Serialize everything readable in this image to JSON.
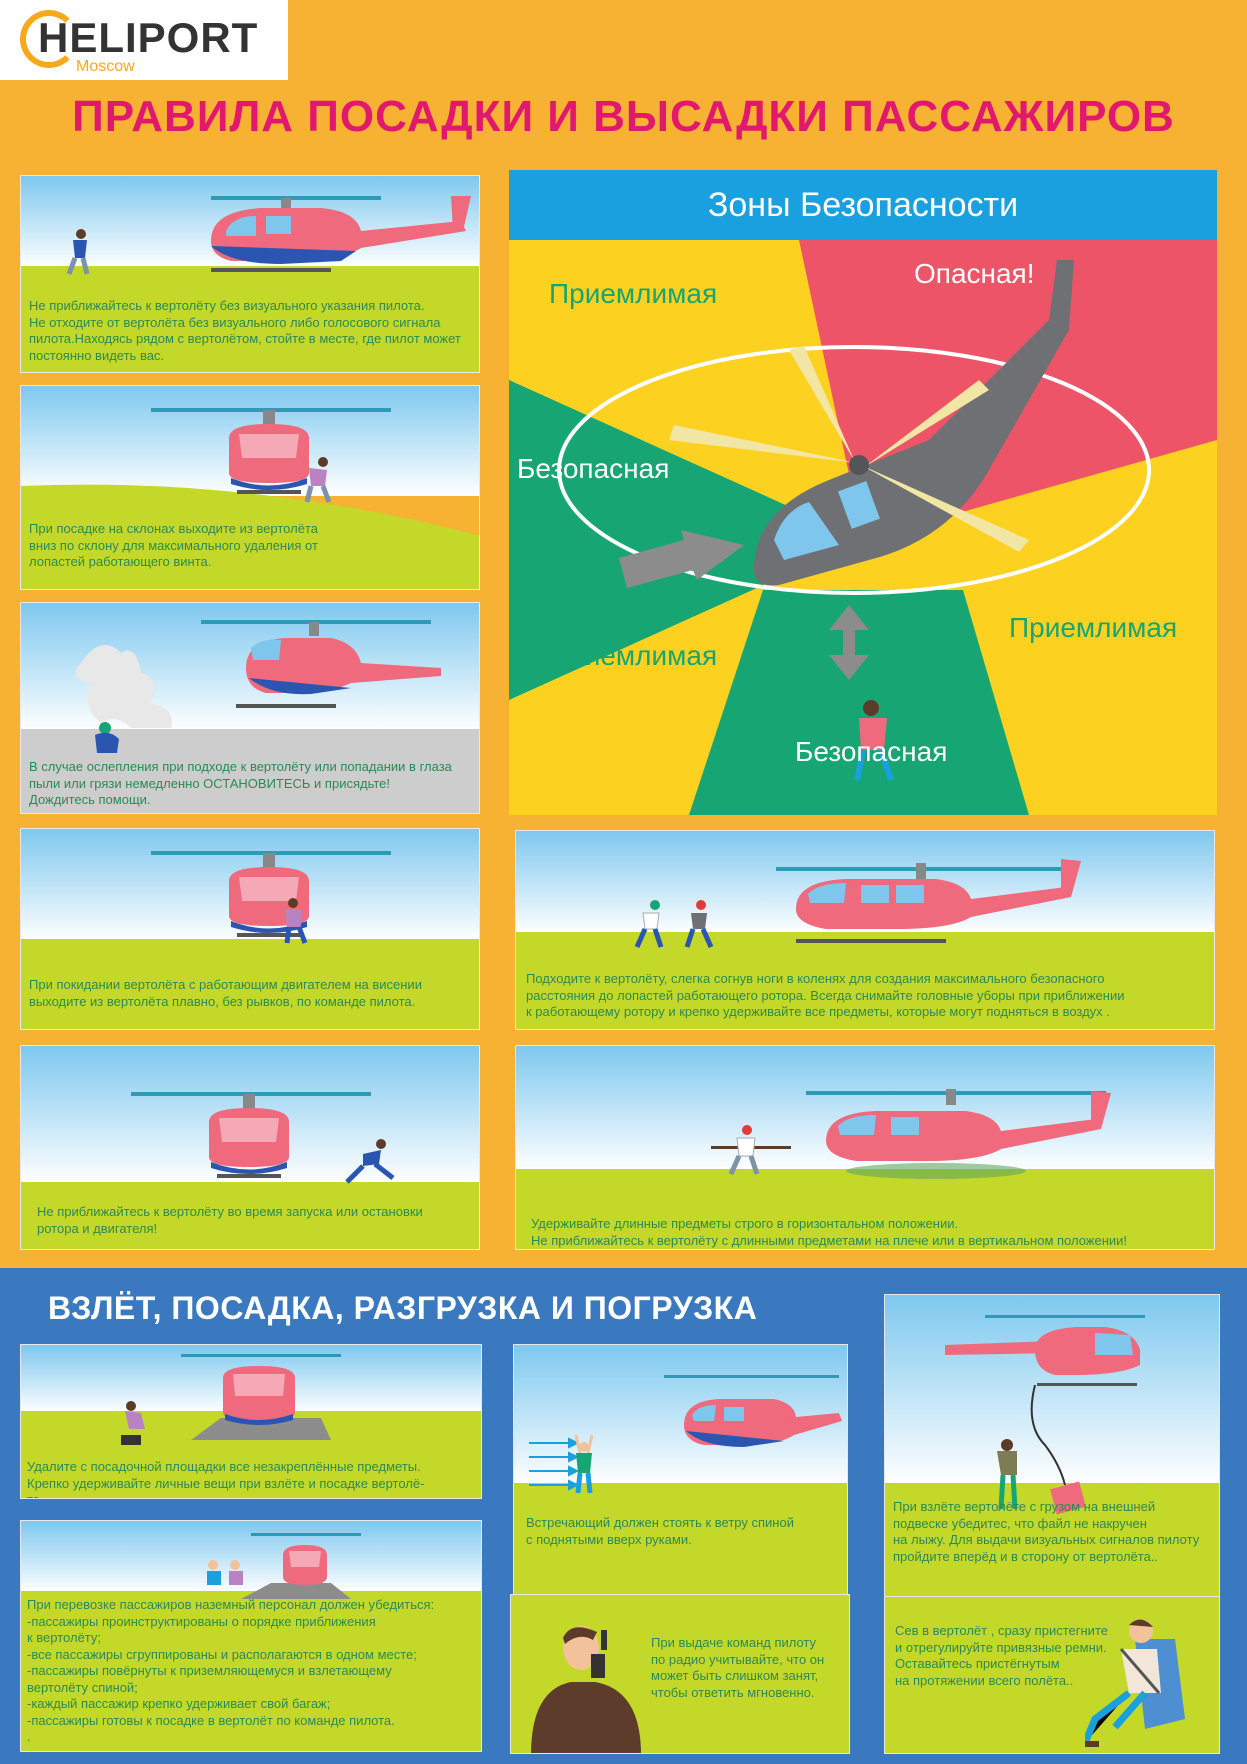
{
  "logo": {
    "word": "HELIPORT",
    "sub": "Moscow"
  },
  "title": "ПРАВИЛА ПОСАДКИ И ВЫСАДКИ ПАССАЖИРОВ",
  "zones": {
    "title": "Зоны Безопасности",
    "acceptable_tl": "Приемлимая",
    "dangerous": "Опасная!",
    "safe_left": "Безопасная",
    "acceptable_right": "Приемлимая",
    "acceptable_bl": "Приемлимая",
    "safe_bottom": "Безопасная"
  },
  "panels": {
    "p1": "Не приближайтесь к вертолёту без визуального указания пилота.\nНе отходите от вертолёта без визуального либо голосового сигнала пилота.Находясь рядом с вертолётом, стойте в месте, где пилот может постоянно видеть вас.",
    "p2": "При посадке на склонах выходите из вертолёта\nвниз  по склону для максимального удаления от\nлопастей работающего винта.",
    "p3": "В случае ослепления при подходе к вертолёту или попадании в глаза\nпыли или грязи немедленно ОСТАНОВИТЕСЬ и присядьте!\nДождитесь помощи.",
    "p4": "При покидании вертолёта с работающим двигателем на висении\nвыходите из вертолёта плавно, без рывков, по команде пилота.",
    "p5": "Не приближайтесь к вертолёту во время запуска или остановки\nротора и двигателя!",
    "p6": "Подходите к вертолёту, слегка согнув ноги в коленях  для создания максимального безопасного\nрасстояния до  лопастей работающего ротора. Всегда снимайте головные уборы при приближении\nк работающему ротору и крепко  удерживайте все предметы, которые могут подняться в воздух .",
    "p7": "Удерживайте длинные предметы строго в горизонтальном положении.\nНе приближайтесь к вертолёту с длинными предметами на плече или в вертикальном положении!"
  },
  "bottom": {
    "title": "ВЗЛЁТ, ПОСАДКА, РАЗГРУЗКА И ПОГРУЗКА",
    "b1": "Удалите с посадочной площадки все незакреплённые предметы.\nКрепко удерживайте личные вещи при взлёте и посадке вертолё-\nта.",
    "b2": "Встречающий должен стоять к ветру спиной\nс поднятыми вверх руками.",
    "b3": "При взлёте вертолёте с грузом на внешней\nподвеске убедитес, что файл не накручен\nна лыжу. Для выдачи визуальных сигналов пилоту\nпройдите вперёд и в сторону от вертолёта..",
    "b4": "При перевозке пассажиров наземный персонал должен убедиться:\n-пассажиры проинструктированы о порядке приближения\nк вертолёту;\n-все пассажиры сгруппированы и располагаются в одном месте;\n-пассажиры повёрнуты к приземляющемуся и взлетающему\nвертолёту спиной;\n-каждый пассажир крепко удерживает свой багаж;\n-пассажиры готовы к посадке в вертолёт по команде пилота.\n.",
    "b5": "При выдаче  команд пилоту\nпо радио учитывайте, что он\nможет быть слишком занят,\nчтобы ответить мгновенно.",
    "b6": "Сев в вертолёт , сразу пристегните\nи отрегулируйте привязные ремни.\nОставайтесь пристёгнутым\nна протяжении всего полёта.."
  },
  "colors": {
    "background": "#f7b234",
    "title": "#e2186e",
    "heli_body": "#ef6a7c",
    "heli_belly": "#2a56b2",
    "grass": "#c4d82a",
    "text": "#2a8a56",
    "blue_band": "#3a78bf",
    "zone_green": "#17a673",
    "zone_red": "#ee5468",
    "zone_yellow": "#fdd11f",
    "zone_header": "#1aa0de"
  }
}
